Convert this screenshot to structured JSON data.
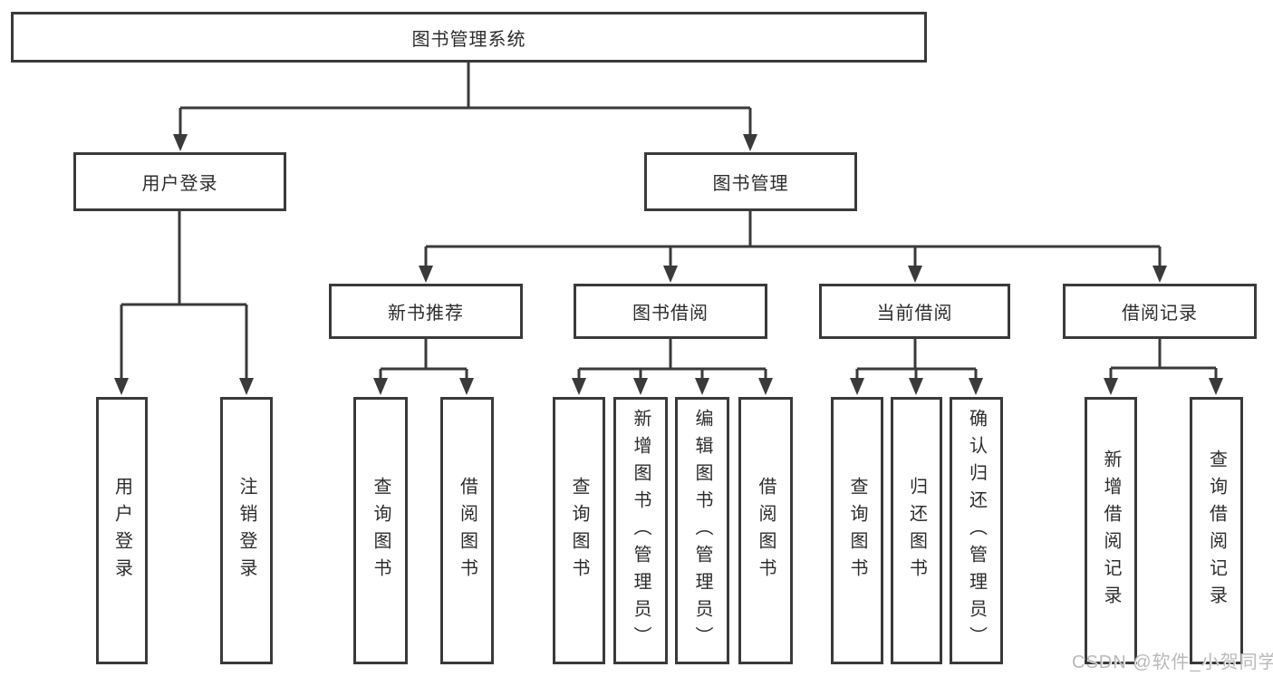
{
  "diagram": {
    "root_label": "图书管理系统",
    "level2": {
      "user_login": "用户登录",
      "book_mgmt": "图书管理"
    },
    "level3": {
      "new_books": "新书推荐",
      "book_borrow": "图书借阅",
      "current_borrow": "当前借阅",
      "borrow_records": "借阅记录"
    },
    "leaves": {
      "user_login": [
        "用户登录",
        "注销登录"
      ],
      "new_books": [
        "查询图书",
        "借阅图书"
      ],
      "book_borrow": [
        "查询图书",
        "新增图书（管理员）",
        "编辑图书（管理员）",
        "借阅图书"
      ],
      "current_borrow": [
        "查询图书",
        "归还图书",
        "确认归还（管理员）"
      ],
      "borrow_records": [
        "新增借阅记录",
        "查询借阅记录"
      ]
    },
    "watermark": "CSDN @软件_小贺同学",
    "colors": {
      "line": "#3a3a3a",
      "box_border": "#3a3a3a",
      "text": "#2d2d2d",
      "watermark": "#b9b9b9",
      "background": "#ffffff"
    }
  }
}
